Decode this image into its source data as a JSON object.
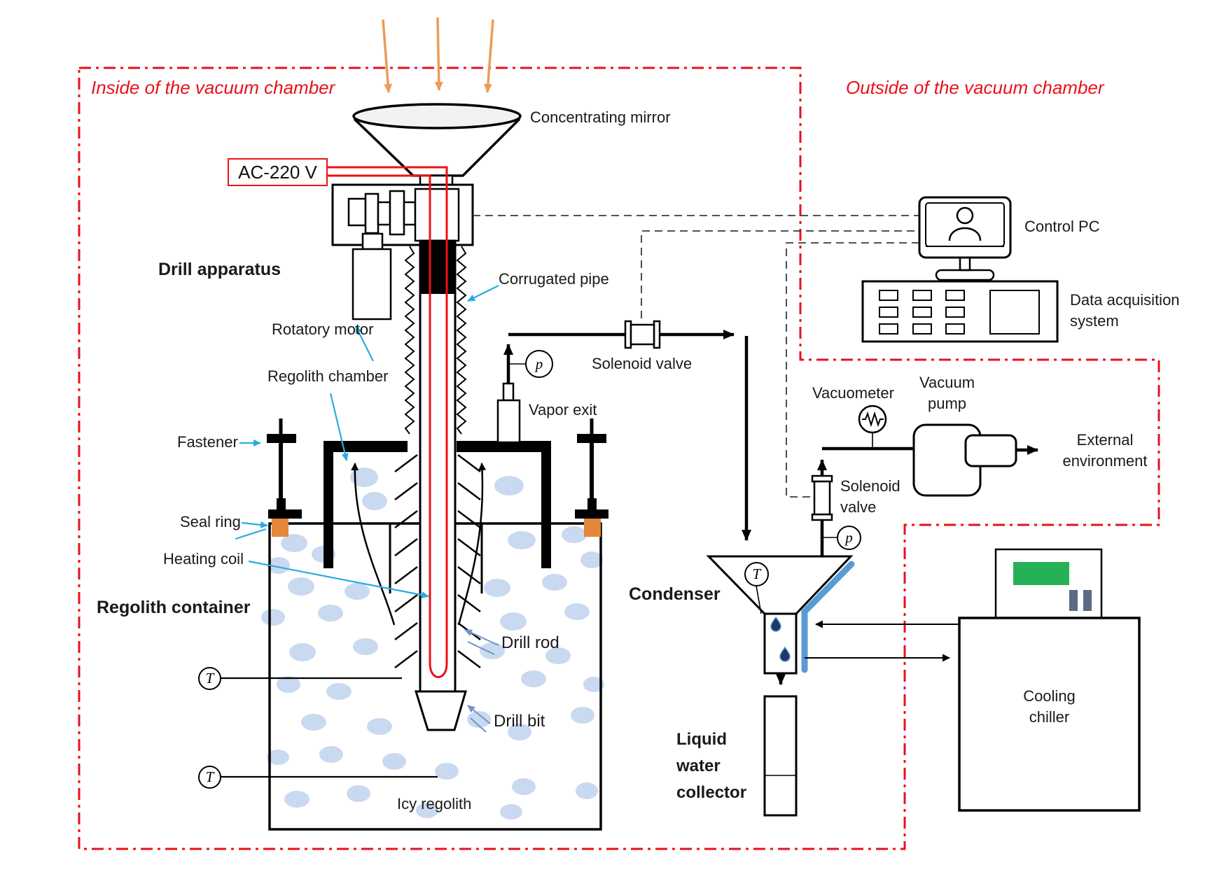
{
  "regions": {
    "inside_label": "Inside of the vacuum chamber",
    "outside_label": "Outside of the vacuum chamber"
  },
  "labels": {
    "concentrating_mirror": "Concentrating mirror",
    "ac_supply": "AC-220 V",
    "drill_apparatus": "Drill apparatus",
    "corrugated_pipe": "Corrugated pipe",
    "rotatory_motor": "Rotatory motor",
    "regolith_chamber": "Regolith chamber",
    "fastener": "Fastener",
    "seal_ring": "Seal ring",
    "heating_coil": "Heating coil",
    "regolith_container": "Regolith container",
    "drill_rod": "Drill rod",
    "drill_bit": "Drill bit",
    "icy_regolith": "Icy regolith",
    "vapor_exit": "Vapor exit",
    "solenoid_valve_1": "Solenoid valve",
    "control_pc": "Control PC",
    "daq_line1": "Data acquisition",
    "daq_line2": "system",
    "vacuometer": "Vacuometer",
    "vacuum_pump_line1": "Vacuum",
    "vacuum_pump_line2": "pump",
    "external_line1": "External",
    "external_line2": "environment",
    "solenoid_valve_2_line1": "Solenoid",
    "solenoid_valve_2_line2": "valve",
    "condenser": "Condenser",
    "collector_line1": "Liquid",
    "collector_line2": "water",
    "collector_line3": "collector",
    "chiller_line1": "Cooling",
    "chiller_line2": "chiller"
  },
  "gauges": {
    "pressure": "p",
    "temperature": "T"
  },
  "colors": {
    "boundary_red": "#e8111a",
    "annotation_cyan": "#29abe2",
    "sun_orange": "#ed9b57",
    "seal_orange": "#e2873b",
    "ice_blue": "#c9d9f0",
    "stripe_blue": "#5b9bd5",
    "droplet_navy": "#1f3864",
    "display_green": "#27b157",
    "button_slate": "#5b6b84",
    "steel_arrow": "#6f95c5"
  }
}
